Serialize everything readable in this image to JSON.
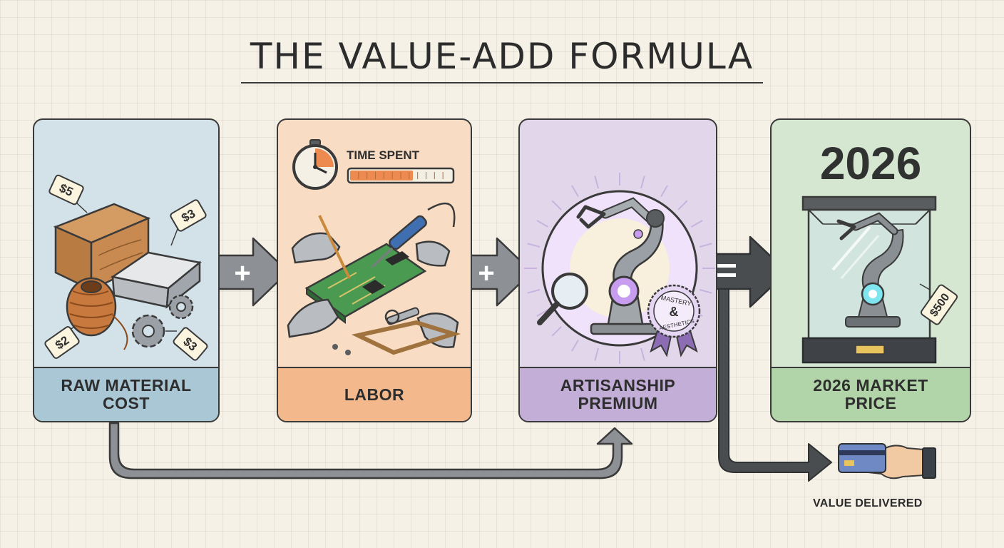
{
  "title": "THE VALUE-ADD FORMULA",
  "cards": {
    "raw": {
      "label": "RAW MATERIAL\nCOST",
      "price_tags": [
        "$5",
        "$3",
        "$2",
        "$3"
      ]
    },
    "labor": {
      "label": "LABOR",
      "time_label": "TIME SPENT",
      "time_progress": 0.62
    },
    "artisanship": {
      "label": "ARTISANSHIP\nPREMIUM",
      "badge_top": "MASTERY",
      "badge_mid": "&",
      "badge_bottom": "AESTHETICS"
    },
    "market": {
      "year": "2026",
      "label": "2026 MARKET\nPRICE",
      "price_tag": "$500"
    }
  },
  "operators": {
    "plus": "+",
    "equals": "="
  },
  "value_delivered": "VALUE DELIVERED",
  "colors": {
    "raw": "#d3e1e8",
    "labor": "#f8dcc3",
    "artisanship": "#e2d7ea",
    "market": "#d5e7d0",
    "arrow": "#4a4d50"
  }
}
